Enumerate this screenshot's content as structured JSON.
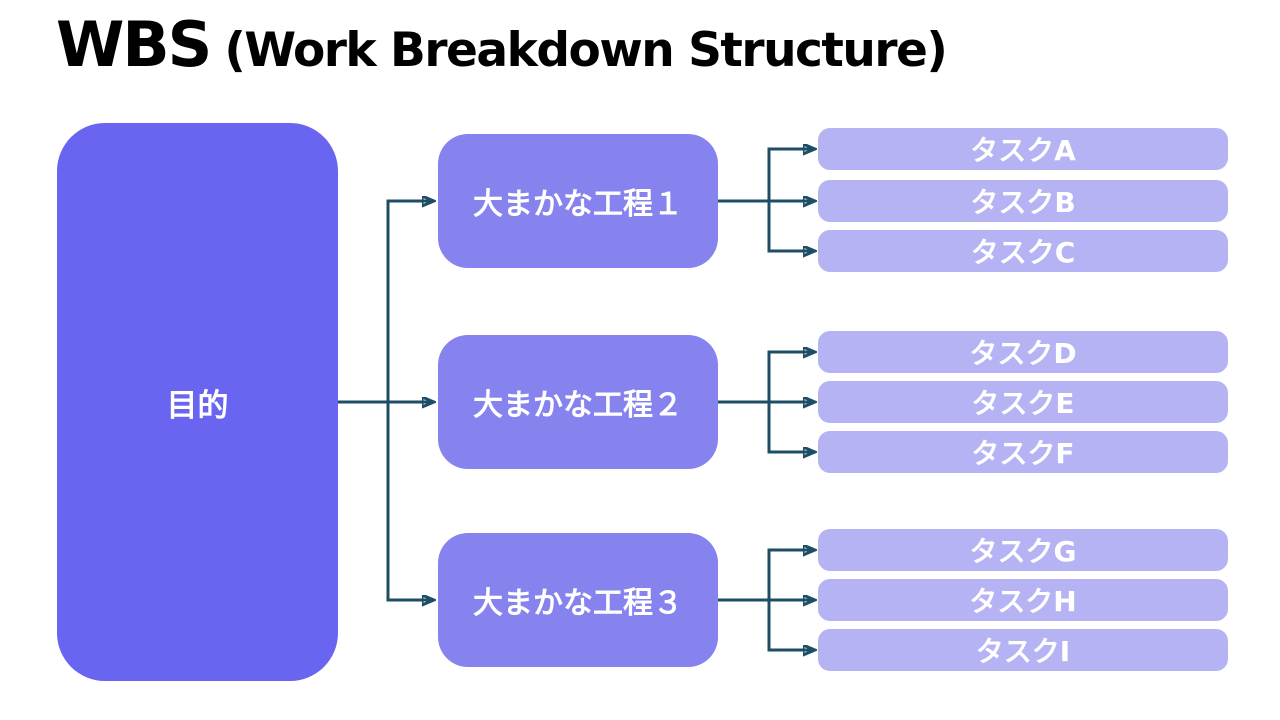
{
  "title": {
    "main": "WBS",
    "sub": "(Work Breakdown Structure)"
  },
  "root": {
    "label": "目的"
  },
  "processes": [
    {
      "label": "大まかな工程１",
      "tasks": [
        "タスクA",
        "タスクB",
        "タスクC"
      ]
    },
    {
      "label": "大まかな工程２",
      "tasks": [
        "タスクD",
        "タスクE",
        "タスクF"
      ]
    },
    {
      "label": "大まかな工程３",
      "tasks": [
        "タスクG",
        "タスクH",
        "タスクI"
      ]
    }
  ],
  "colors": {
    "background": "#FFFFFF",
    "title_text": "#000000",
    "root_box": "#6A65F0",
    "process_box": "#8682EE",
    "task_bar": "#B6B3F4",
    "connector": "#1E4E66",
    "box_text": "#FFFFFF"
  }
}
